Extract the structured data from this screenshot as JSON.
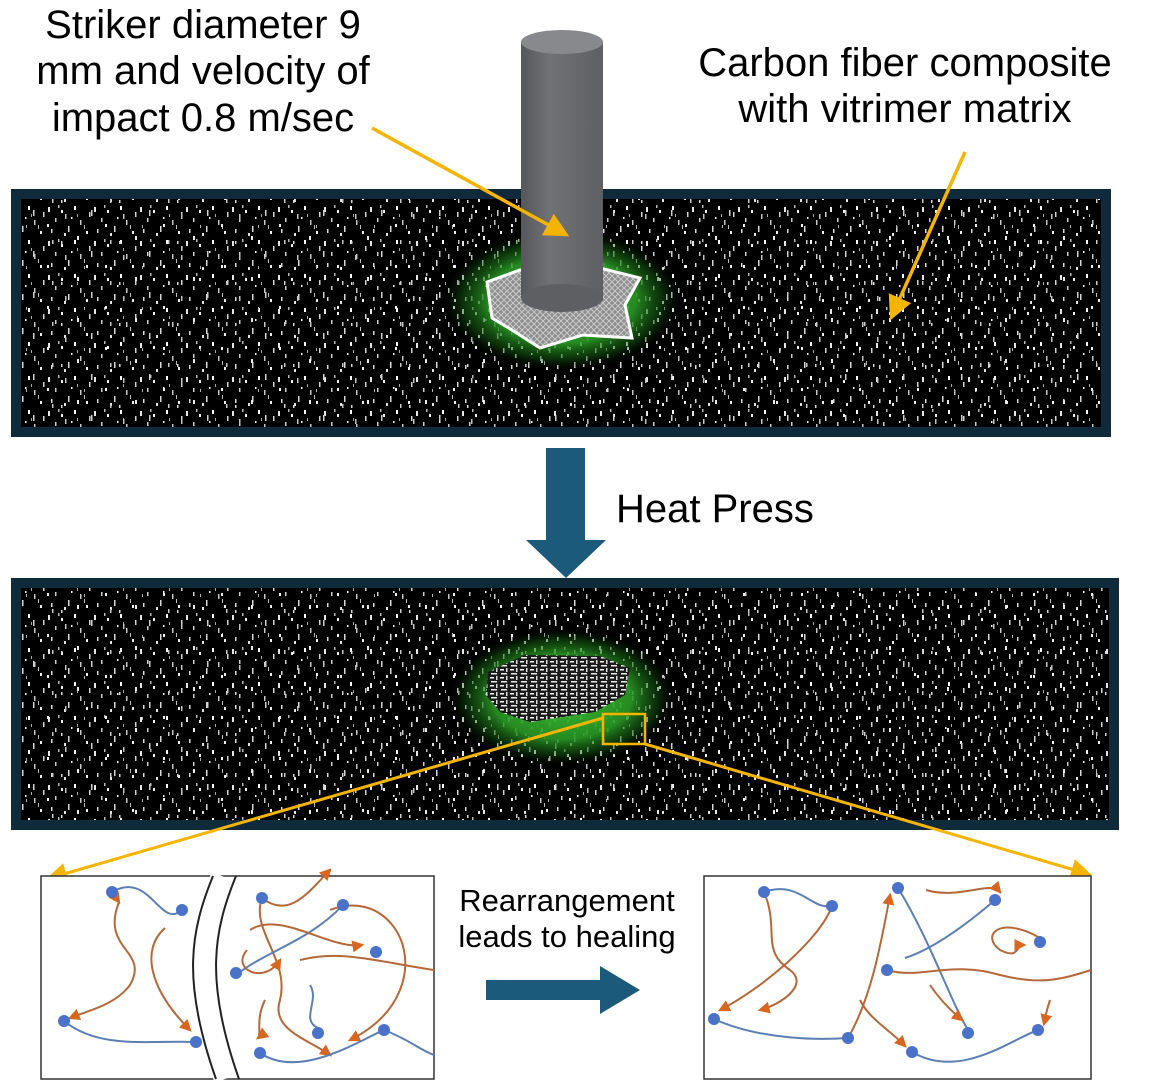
{
  "labels": {
    "striker": [
      "Striker diameter 9",
      "mm and velocity of",
      "impact 0.8 m/sec"
    ],
    "composite": [
      "Carbon fiber composite",
      "with vitrimer matrix"
    ],
    "process": "Heat Press",
    "healing": [
      "Rearrangement",
      "leads to healing"
    ]
  },
  "colors": {
    "panel_fill": "#000000",
    "panel_border": "#0f2a3a",
    "fiber_speck": "#e8e8e8",
    "damage_glow": "#2fa82a",
    "damage_fill": "#9a9a9a",
    "striker": "#6b6d70",
    "callout_arrow": "#f5b400",
    "process_arrow": "#1b5a7a",
    "node": "#4a72c9",
    "chain_blue": "#5b7fb3",
    "chain_brown": "#b5683a",
    "arrowhead_orange": "#d8661e"
  }
}
